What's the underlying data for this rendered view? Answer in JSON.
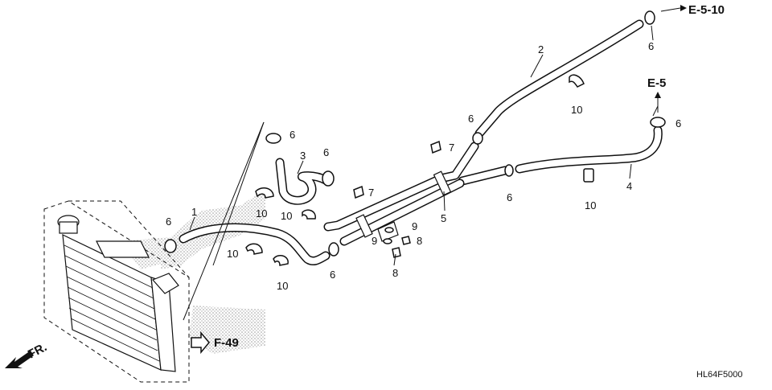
{
  "diagram": {
    "part_code": "HL64F5000",
    "direction_label": "FR.",
    "refs": [
      "E-5-10",
      "E-5",
      "F-49"
    ],
    "callouts": [
      "1",
      "2",
      "3",
      "4",
      "5",
      "6",
      "7",
      "8",
      "9",
      "10"
    ]
  }
}
